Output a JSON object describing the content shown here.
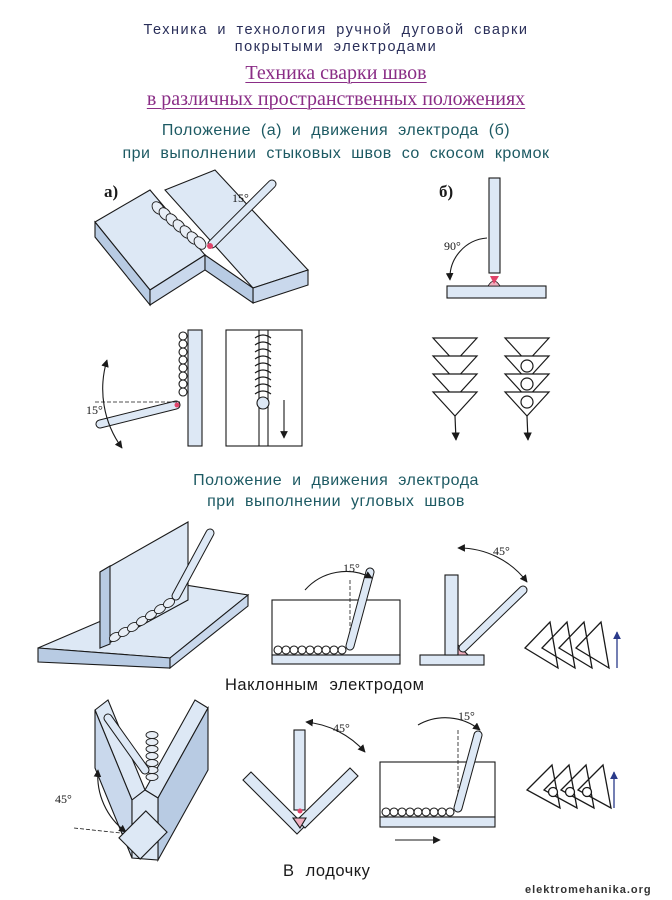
{
  "header": {
    "line1": "Техника и технология ручной дуговой сварки",
    "line2": "покрытыми электродами"
  },
  "title": {
    "line1": "Техника сварки швов",
    "line2": "в различных пространственных положениях"
  },
  "butt_section": {
    "line1": "Положение (а) и движения электрода (б)",
    "line2": "при выполнении стыковых швов со скосом кромок"
  },
  "fillet_section": {
    "line1": "Положение и движения электрода",
    "line2": "при выполнении угловых швов"
  },
  "labels": {
    "a": "а)",
    "b": "б)",
    "angle15": "15°",
    "angle90": "90°",
    "angle45": "45°"
  },
  "captions": {
    "inclined": "Наклонным электродом",
    "boat": "В лодочку"
  },
  "watermark": "elektromehanika.org",
  "colors": {
    "plate": "#dde8f5",
    "plate_side": "#b8cbe3",
    "outline": "#1a1a1a",
    "title": "#8a2d86",
    "subtitle": "#1d5a63",
    "header": "#2a2f5a"
  }
}
